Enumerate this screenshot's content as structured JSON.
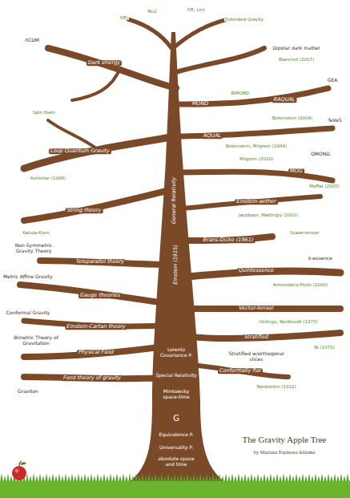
{
  "diagram": {
    "title": "The Gravity Apple Tree",
    "caption": "by Mariana Espinosa Aldama",
    "labels": [
      "f(R)",
      "NLG",
      "f(R, Lm)",
      "Extended Gravity",
      "Dark energy",
      "ΛCDM",
      "Spin foam",
      "Loop Quantum Gravity",
      "Ashtekar (1986)",
      "String theory",
      "Kaluza-Klein",
      "Non-Symmetric Gravity Theory",
      "Teleparallel theory",
      "Metric Affine Gravity",
      "Gauge theories",
      "Conformal Gravity",
      "Einstein-Cartan theory",
      "Bimetric Theory of Gravitation",
      "Physical Field",
      "Field theory of gravity",
      "Graviton",
      "Dipolar dark matter",
      "Blanchet (2007)",
      "MOND",
      "BIMOND",
      "RAQUAL",
      "GEA",
      "AQUAL",
      "Bekenstein (2004)",
      "TeVeS",
      "Bekenstein, Milgrom (1984)",
      "Milgrom (2010)",
      "QMOND",
      "MOG",
      "Moffat (2005)",
      "Einstein-aether",
      "Jacobson, Mattingly (2001)",
      "Brans-Dicke (1961)",
      "Scalar-tensor",
      "Quintessence",
      "k-essence",
      "Armendáriz-Picón (2000)",
      "Vector-tensor",
      "Hellings, Nordtvedt (1973)",
      "Stratified",
      "Ni (1972)",
      "Stratified w/orthogonal slices",
      "Conformally flat",
      "Nordström (1912)",
      "General Relativity",
      "Einstein (1915)",
      "Lorentz Covariance P.",
      "Special Relativity",
      "Minkowsky space-time",
      "G",
      "Equivalence P.",
      "Universality P.",
      "absolute space and time"
    ]
  }
}
